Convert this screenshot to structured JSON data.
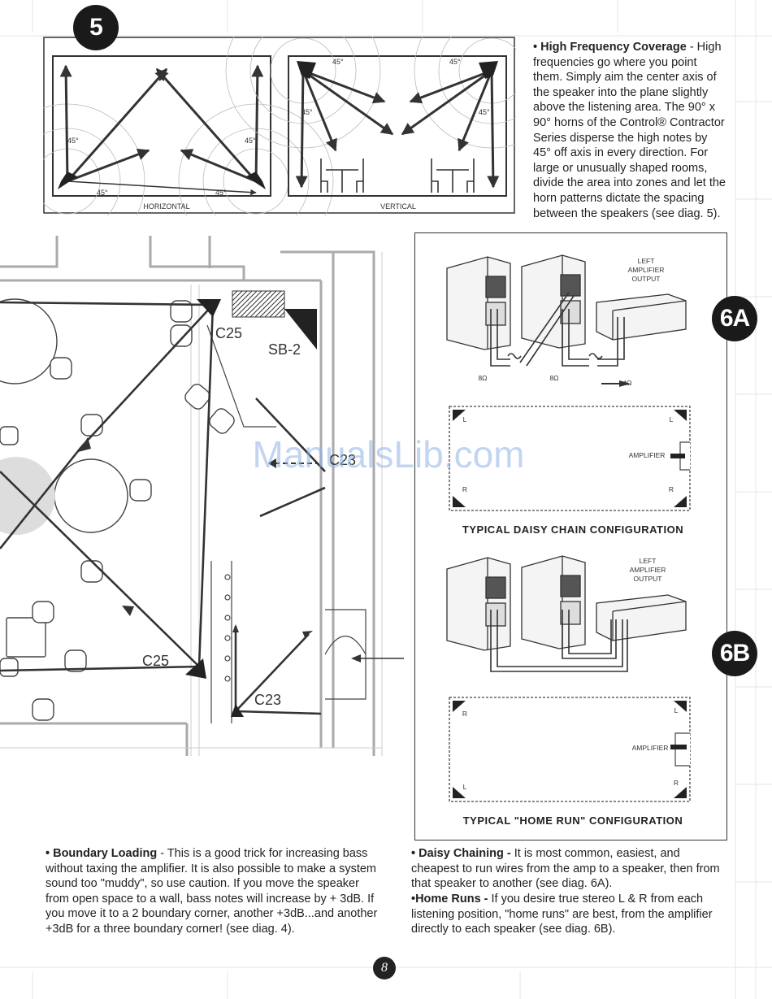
{
  "badges": {
    "diag5": "5",
    "diag6a": "6A",
    "diag6b": "6B"
  },
  "diagram5": {
    "horizontal_caption": "HORIZONTAL",
    "vertical_caption": "VERTICAL",
    "angle": "45°"
  },
  "hf_coverage": {
    "heading": "• High Frequency Coverage",
    "body": " - High frequencies go where you point them. Simply aim the center axis of the speaker into the plane slightly above the listening area. The 90° x 90° horns of the Control® Contractor Series disperse the high notes by 45° off axis in every direction. For large or unusually shaped rooms, divide the area into zones and let the horn patterns dictate the spacing between the speakers (see diag. 5)."
  },
  "floor_plan": {
    "labels": {
      "c25_top": "C25",
      "sb2": "SB-2",
      "c23_mid": "C23",
      "c25_bottom": "C25",
      "c23_bottom": "C23"
    }
  },
  "diag6a": {
    "amp_label": "LEFT\nAMPLIFIER\nOUTPUT",
    "ohm_left": "8Ω",
    "ohm_mid": "8Ω",
    "ohm_total": "4Ω",
    "room_l1": "L",
    "room_l2": "L",
    "room_r1": "R",
    "room_r2": "R",
    "amplifier": "AMPLIFIER",
    "title": "TYPICAL DAISY CHAIN CONFIGURATION"
  },
  "diag6b": {
    "amp_label": "LEFT\nAMPLIFIER\nOUTPUT",
    "room_r1": "R",
    "room_l1": "L",
    "room_l2": "L",
    "room_r2": "R",
    "amplifier": "AMPLIFIER",
    "title": "TYPICAL \"HOME RUN\" CONFIGURATION"
  },
  "boundary_loading": {
    "heading": "• Boundary Loading",
    "body": " - This is a good trick for increasing bass without taxing the amplifier. It is also possible to make a system sound too \"muddy\", so use caution. If you move the speaker from open space to a wall, bass notes will increase by + 3dB. If you move it to a 2 boundary corner, another +3dB...and another +3dB for a three boundary corner! (see diag. 4)."
  },
  "daisy_chaining": {
    "heading": "• Daisy Chaining -",
    "body": " It is most common, easiest, and cheapest to run wires from the amp to a speaker, then from  that speaker to another (see diag. 6A)."
  },
  "home_runs": {
    "heading": "•Home Runs -",
    "body": " If you desire true stereo L & R from each listening position, \"home runs\" are best, from the amplifier directly to each speaker (see diag. 6B)."
  },
  "page_number": "8",
  "watermark": "ManualsLib.com"
}
